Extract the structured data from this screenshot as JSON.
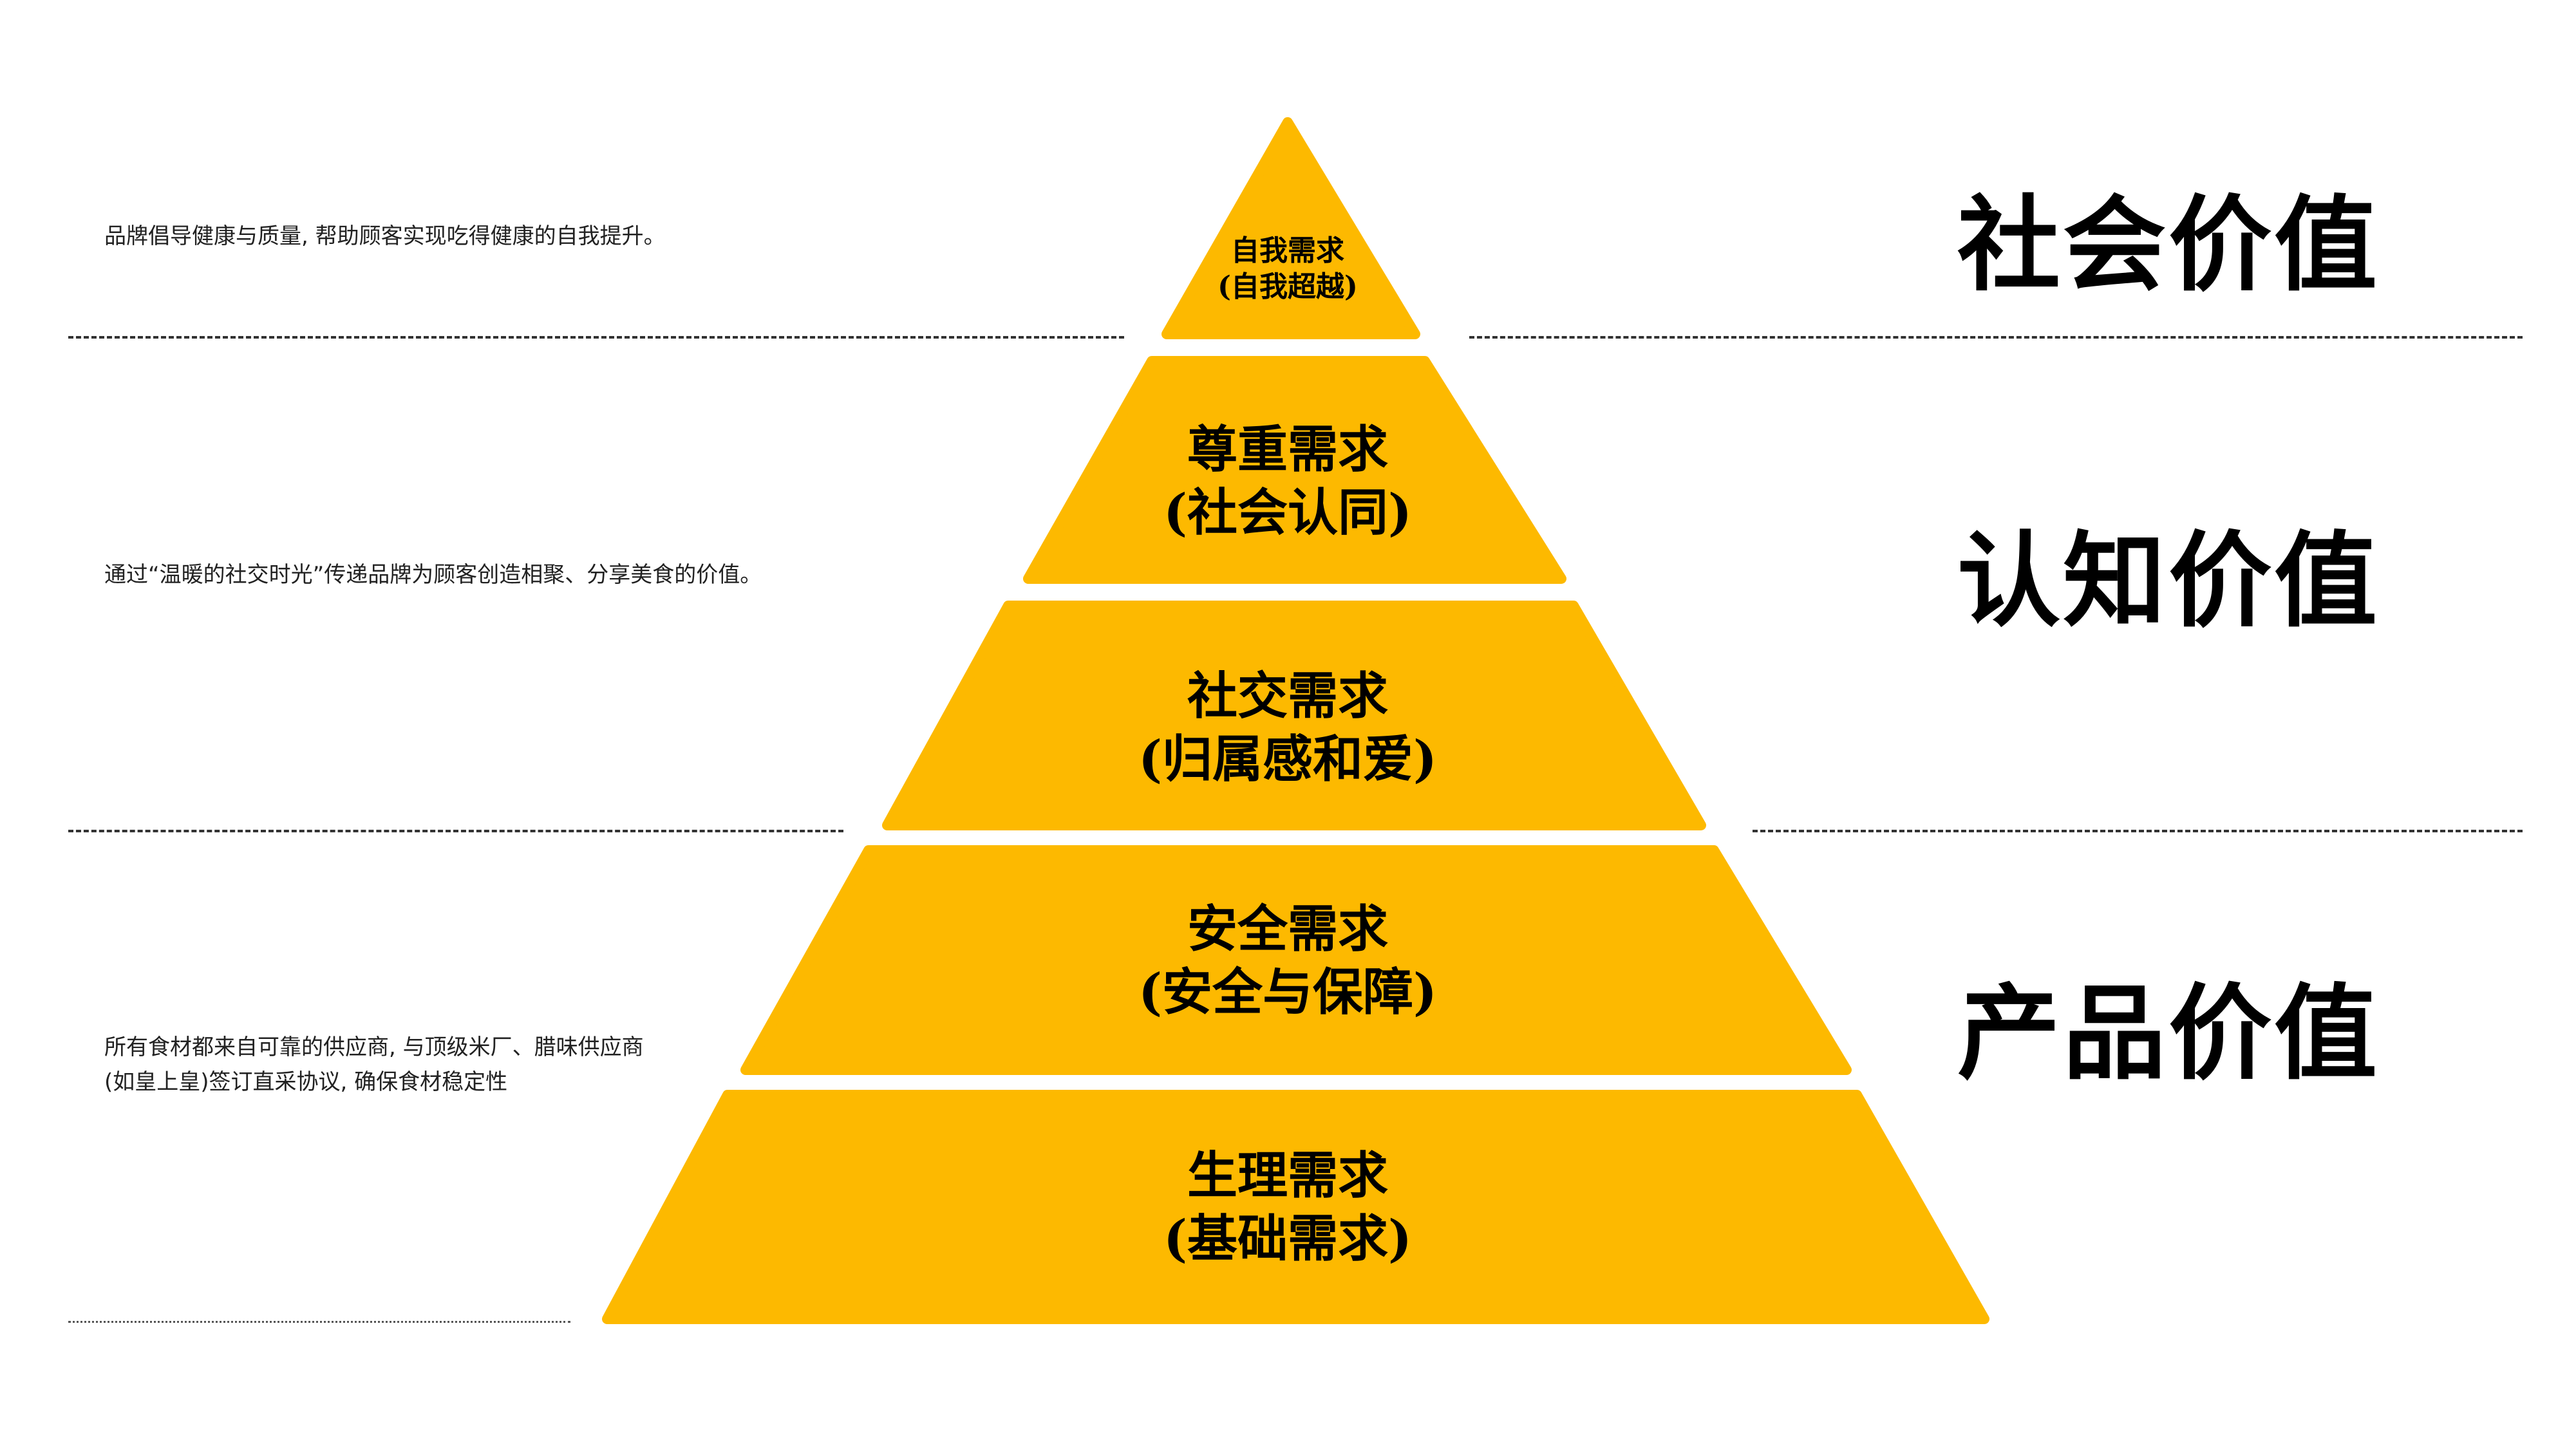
{
  "colors": {
    "pyramid_fill": "#FDB900",
    "text": "#000000",
    "description_text": "#222222",
    "separator": "#333333",
    "background": "#FFFFFF"
  },
  "pyramid": {
    "tiers": [
      {
        "level": 1,
        "line1": "自我需求",
        "line2": "(自我超越)"
      },
      {
        "level": 2,
        "line1": "尊重需求",
        "line2": "(社会认同)"
      },
      {
        "level": 3,
        "line1": "社交需求",
        "line2": "(归属感和爱)"
      },
      {
        "level": 4,
        "line1": "安全需求",
        "line2": "(安全与保障)"
      },
      {
        "level": 5,
        "line1": "生理需求",
        "line2": "(基础需求)"
      }
    ]
  },
  "values": {
    "social": "社会价值",
    "cognitive": "认知价值",
    "product": "产品价值"
  },
  "descriptions": {
    "social": "品牌倡导健康与质量, 帮助顾客实现吃得健康的自我提升。",
    "cognitive": "通过“温暖的社交时光”传递品牌为顾客创造相聚、分享美食的价值。",
    "product_line1": "所有食材都来自可靠的供应商, 与顶级米厂、腊味供应商",
    "product_line2": "(如皇上皇)签订直采协议, 确保食材稳定性"
  }
}
